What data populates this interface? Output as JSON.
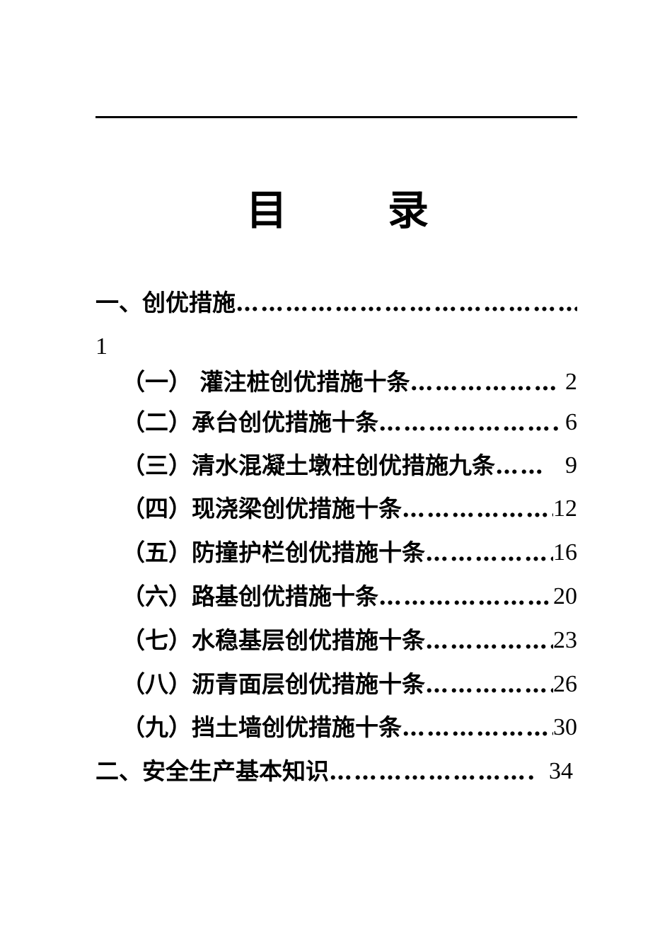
{
  "title": {
    "char1": "目",
    "char2": "录"
  },
  "toc": {
    "section1": {
      "label": "一、创优措施",
      "leader": "……………………………………",
      "page": "1"
    },
    "items": [
      {
        "label": "（一） 灌注桩创优措施十条",
        "leader": "……………………",
        "page": "2"
      },
      {
        "label": "（二）承台创优措施十条",
        "leader": "………………………",
        "page": "6"
      },
      {
        "label": "（三）清水混凝土墩柱创优措施九条",
        "leader": "……",
        "page": "9"
      },
      {
        "label": "（四）现浇梁创优措施十条",
        "leader": "………………………",
        "page": "12"
      },
      {
        "label": "（五）防撞护栏创优措施十条",
        "leader": "………………………",
        "page": "16"
      },
      {
        "label": "（六）路基创优措施十条",
        "leader": "……………………………",
        "page": "20"
      },
      {
        "label": "（七）水稳基层创优措施十条",
        "leader": "………………………",
        "page": "23"
      },
      {
        "label": "（八）沥青面层创优措施十条",
        "leader": "………………………",
        "page": "26"
      },
      {
        "label": "（九）挡土墙创优措施十条",
        "leader": "…………………………",
        "page": "30"
      }
    ],
    "section2": {
      "label": "二、安全生产基本知识",
      "leader": "………………………",
      "page": "34"
    }
  }
}
